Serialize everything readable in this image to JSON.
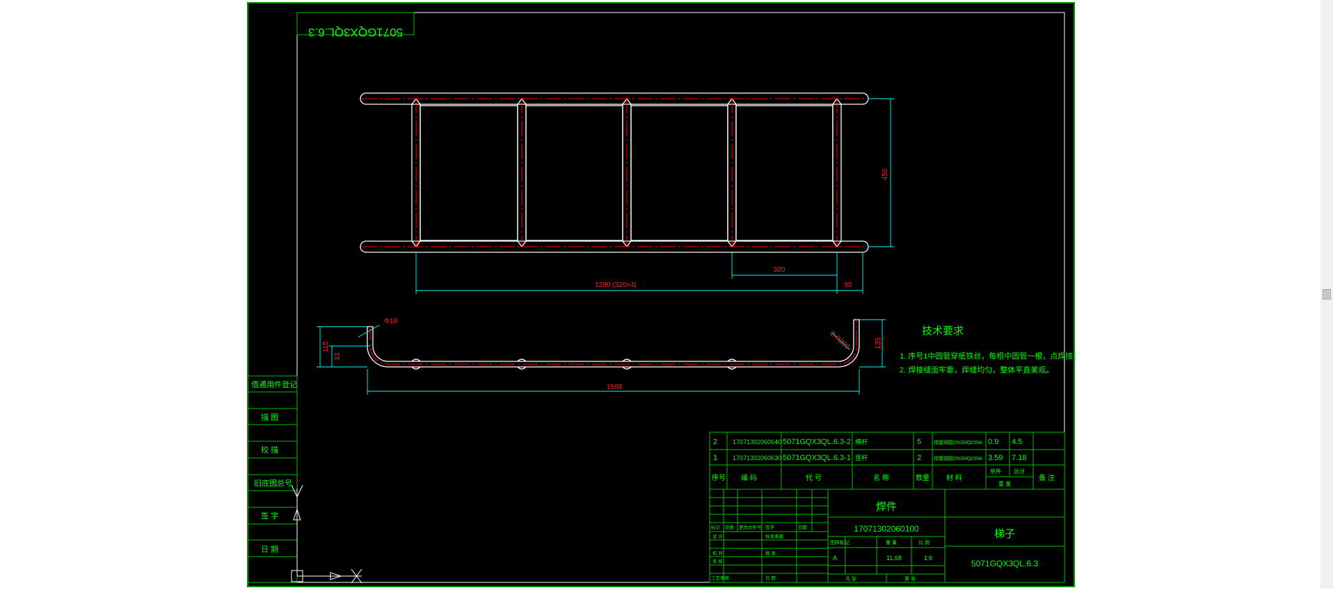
{
  "drawing": {
    "stamp_rotated": "5071GQX3QL.6.3",
    "dimensions": {
      "height_450": "450",
      "span_1280": "1280 (320×4)",
      "pitch_320": "320",
      "end_90": "90",
      "dia_10": "Φ10",
      "h_115": "115",
      "h_33": "33",
      "r_200": "2-R200",
      "h_135": "135",
      "len_1508": "1508"
    },
    "tech_requirements": {
      "title": "技术要求",
      "items": [
        "1. 序号1中圆管穿纸铁丝，每根中圆管一根，点焊接；",
        "2. 焊接缝面牢靠，焊缝均匀，整体平直美观。"
      ]
    },
    "side_labels": [
      "借通用件登记",
      "描  图",
      "校  描",
      "旧底图总号",
      "签  字",
      "日  期"
    ],
    "bom": {
      "rows": [
        {
          "no": "2",
          "code": "17071302060640",
          "part": "5071GQX3QL.6.3-2",
          "name": "横杆",
          "qty": "5",
          "material": "焊接钢管DN20/Q235A",
          "unit_wt": "0.9",
          "total_wt": "4.5",
          "note": ""
        },
        {
          "no": "1",
          "code": "17071302060630",
          "part": "5071GQX3QL.6.3-1",
          "name": "竖杆",
          "qty": "2",
          "material": "焊接钢管DN20/Q235A",
          "unit_wt": "3.59",
          "total_wt": "7.18",
          "note": ""
        }
      ],
      "header": {
        "no": "序号",
        "code": "编  码",
        "part": "代  号",
        "name": "名  称",
        "qty": "数量",
        "material": "材  料",
        "unit": "单件",
        "total": "总计",
        "weight": "重  量",
        "note": "备  注"
      }
    },
    "title_block": {
      "type": "焊件",
      "code": "17071302060100",
      "name": "梯子",
      "drawing_no": "5071GQX3QL.6.3",
      "stage_label": "图样标记",
      "weight_label": "重  量",
      "scale_label": "比  例",
      "stage_value": "A",
      "weight_value": "11.68",
      "scale_value": "1:6",
      "sheet_label": "共  张",
      "sheet_of_label": "第  张",
      "rev_labels": [
        "标记",
        "处数",
        "更改文件号",
        "签字",
        "日期"
      ],
      "sign_left": [
        "设  计",
        "校  对",
        "审  核",
        "工艺审核"
      ],
      "sign_right": [
        "标准审查",
        "批  准",
        "日  期"
      ]
    }
  },
  "colors": {
    "frame": "#00c000",
    "geometry": "#ffffff",
    "center": "#ff0000",
    "dim": "#00ffff",
    "text": "#00ff00",
    "dim_text": "#ff2020"
  }
}
